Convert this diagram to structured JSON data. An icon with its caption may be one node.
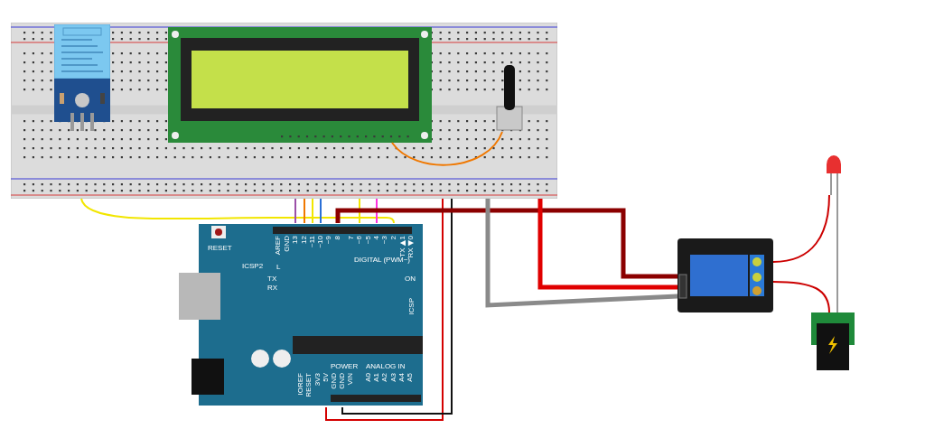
{
  "diagram": {
    "nodes": [
      {
        "text": [],
        "shape": "picture"
      },
      {
        "text": [],
        "shape": "picture",
        "in": 0
      },
      {
        "text": [],
        "shape": "picture",
        "in": 0
      },
      {
        "text": [],
        "shape": "picture",
        "in": 0
      },
      {
        "text": [],
        "shape": "picture"
      },
      {
        "text": [],
        "shape": "picture"
      },
      {
        "text": [],
        "shape": "picture"
      },
      {
        "text": [],
        "shape": "picture"
      }
    ],
    "edges": [
      {
        "from": 0,
        "to": 4,
        "arrow": "none",
        "color": "#f2e600"
      },
      {
        "from": 0,
        "to": 4,
        "arrow": "none",
        "color": "#9b4fa8"
      },
      {
        "from": 0,
        "to": 4,
        "arrow": "none",
        "color": "#f07800"
      },
      {
        "from": 0,
        "to": 4,
        "arrow": "none",
        "color": "#f2e600"
      },
      {
        "from": 0,
        "to": 4,
        "arrow": "none",
        "color": "#2a6fd6"
      },
      {
        "from": 0,
        "to": 4,
        "arrow": "none",
        "color": "#f2e600"
      },
      {
        "from": 0,
        "to": 4,
        "arrow": "none",
        "color": "#ff30e0"
      },
      {
        "from": 2,
        "to": 3,
        "arrow": "none",
        "color": "#f07800"
      },
      {
        "from": 4,
        "to": 0,
        "arrow": "none",
        "color": "#d40000"
      },
      {
        "from": 4,
        "to": 0,
        "arrow": "none",
        "color": "#111111"
      },
      {
        "from": 4,
        "to": 5,
        "arrow": "none",
        "color": "#8b0000",
        "style": "thick"
      },
      {
        "from": 0,
        "to": 5,
        "arrow": "none",
        "color": "#e00000",
        "style": "thick"
      },
      {
        "from": 0,
        "to": 5,
        "arrow": "none",
        "color": "#8a8a8a",
        "style": "thick"
      },
      {
        "from": 5,
        "to": 6,
        "arrow": "none",
        "color": "#cc0000"
      },
      {
        "from": 5,
        "to": 7,
        "arrow": "none",
        "color": "#cc0000"
      },
      {
        "from": 6,
        "to": 7,
        "arrow": "none",
        "color": "#9a9a9a"
      }
    ],
    "labels": [
      "RESET",
      "ICSP2",
      "AREF",
      "GND",
      "13",
      "12",
      "~11",
      "~10",
      "~9",
      "8",
      "7",
      "~6",
      "~5",
      "4",
      "~3",
      "2",
      "TX▶1",
      "RX◀0",
      "DIGITAL (PWM~)",
      "L",
      "TX",
      "RX",
      "ON",
      "ICSP",
      "POWER",
      "ANALOG IN",
      "IOREF",
      "RESET",
      "3V3",
      "5V",
      "GND",
      "GND",
      "VIN",
      "A0",
      "A1",
      "A2",
      "A3",
      "A4",
      "A5"
    ]
  }
}
